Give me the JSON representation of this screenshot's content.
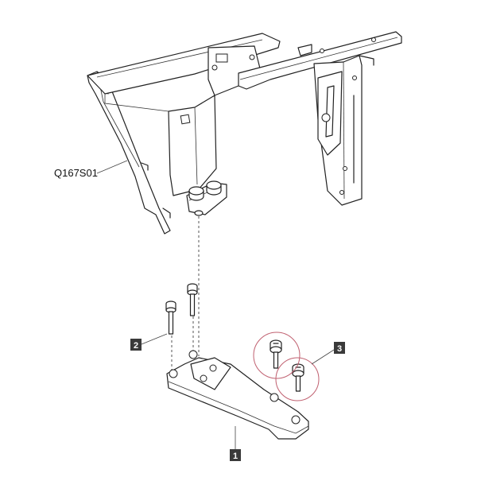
{
  "reference_code": "Q167S01",
  "callouts": [
    "1",
    "2",
    "3"
  ],
  "highlight_color": "#c06070",
  "callout_color": "#3a3a3a"
}
